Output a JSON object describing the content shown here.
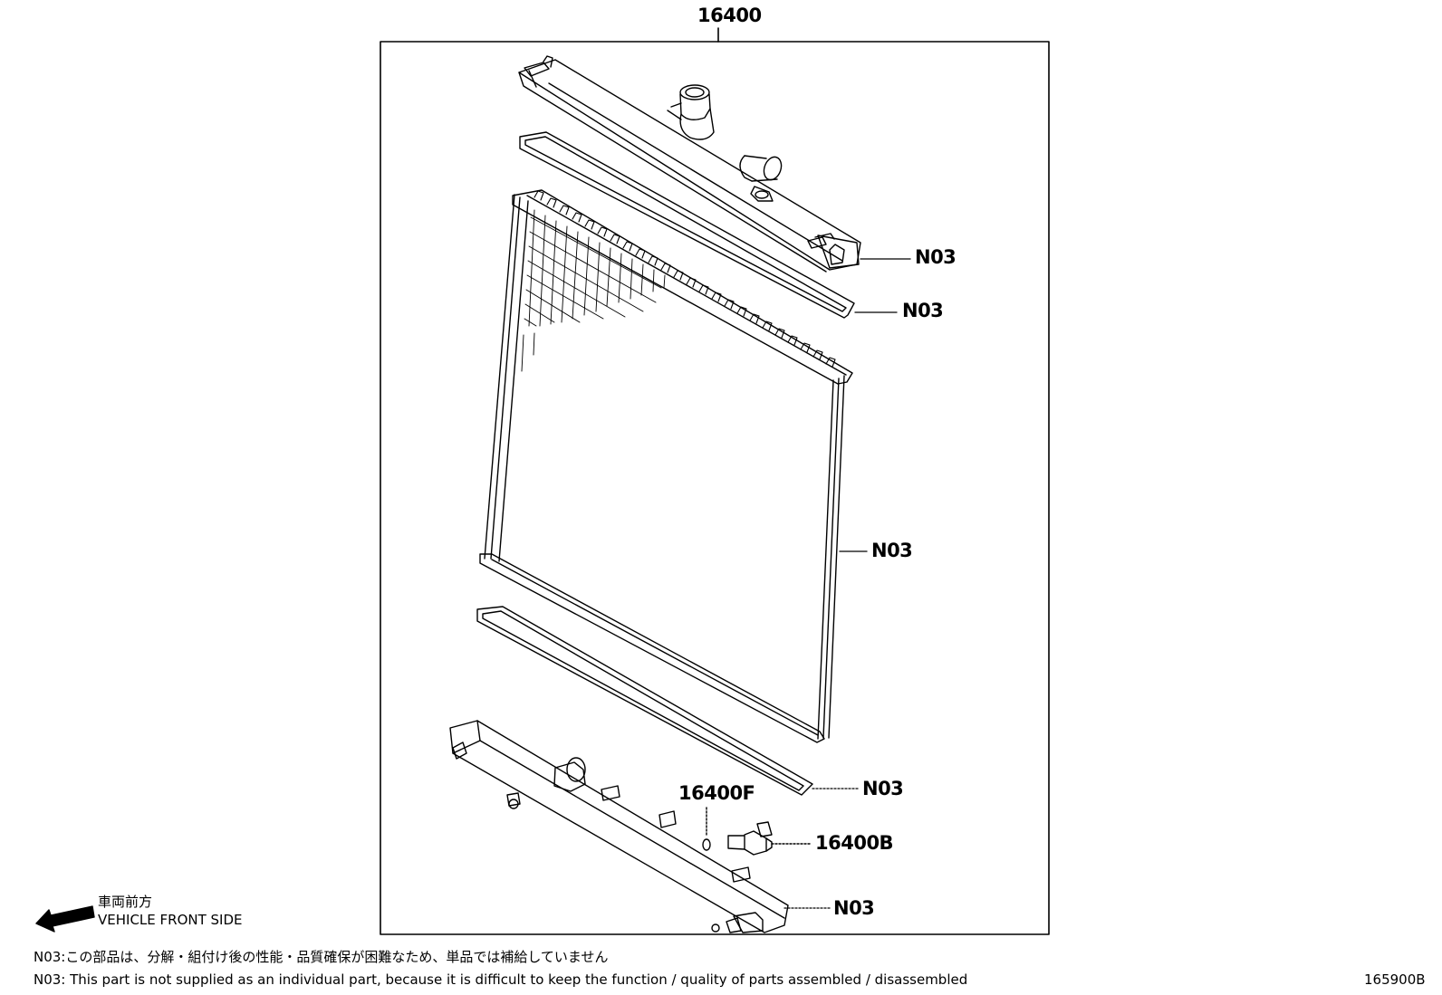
{
  "diagram": {
    "assembly_number": "16400",
    "callouts": {
      "upper_tank": "N03",
      "upper_gasket": "N03",
      "core": "N03",
      "lower_gasket": "N03",
      "lower_tank": "N03",
      "o_ring": "16400F",
      "drain_cock": "16400B"
    },
    "direction": {
      "japanese": "車両前方",
      "english": "VEHICLE FRONT SIDE"
    },
    "notes": {
      "japanese": "N03:この部品は、分解・組付け後の性能・品質確保が困難なため、単品では補給していません",
      "english": "N03: This part is not supplied as an individual part, because it is difficult to keep the function / quality of parts assembled / disassembled"
    },
    "illustration_id": "165900B"
  }
}
